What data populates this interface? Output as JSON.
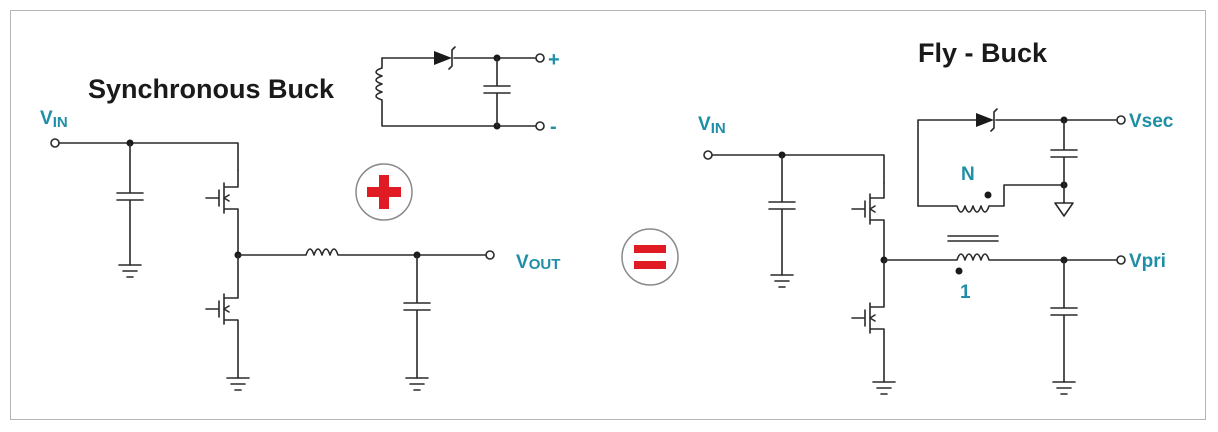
{
  "titles": {
    "left": "Synchronous Buck",
    "right": "Fly - Buck"
  },
  "buck": {
    "vin_main": "V",
    "vin_sub": "IN",
    "vout_main": "V",
    "vout_sub": "OUT"
  },
  "winding": {
    "plus": "+",
    "minus": "-"
  },
  "flybuck": {
    "vin_main": "V",
    "vin_sub": "IN",
    "vsec": "Vsec",
    "vpri": "Vpri",
    "turns_n": "N",
    "turns_1": "1"
  },
  "operators": {
    "plus": "+",
    "equals": "="
  },
  "colors": {
    "label": "#1e8fa6",
    "operator": "#e01b24",
    "wire": "#2a2a2a"
  }
}
